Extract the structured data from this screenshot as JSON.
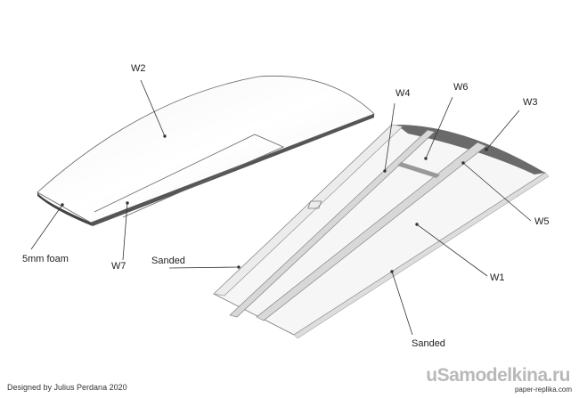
{
  "labels": {
    "w2": "W2",
    "w7": "W7",
    "foam": "5mm foam",
    "sanded_left": "Sanded",
    "w4": "W4",
    "w6": "W6",
    "w3": "W3",
    "w5": "W5",
    "w1": "W1",
    "sanded_bottom": "Sanded"
  },
  "footer": {
    "credit": "Designed by Julius Perdana 2020",
    "watermark": "uSamodelkina.ru",
    "site": "paper-replika.com"
  }
}
